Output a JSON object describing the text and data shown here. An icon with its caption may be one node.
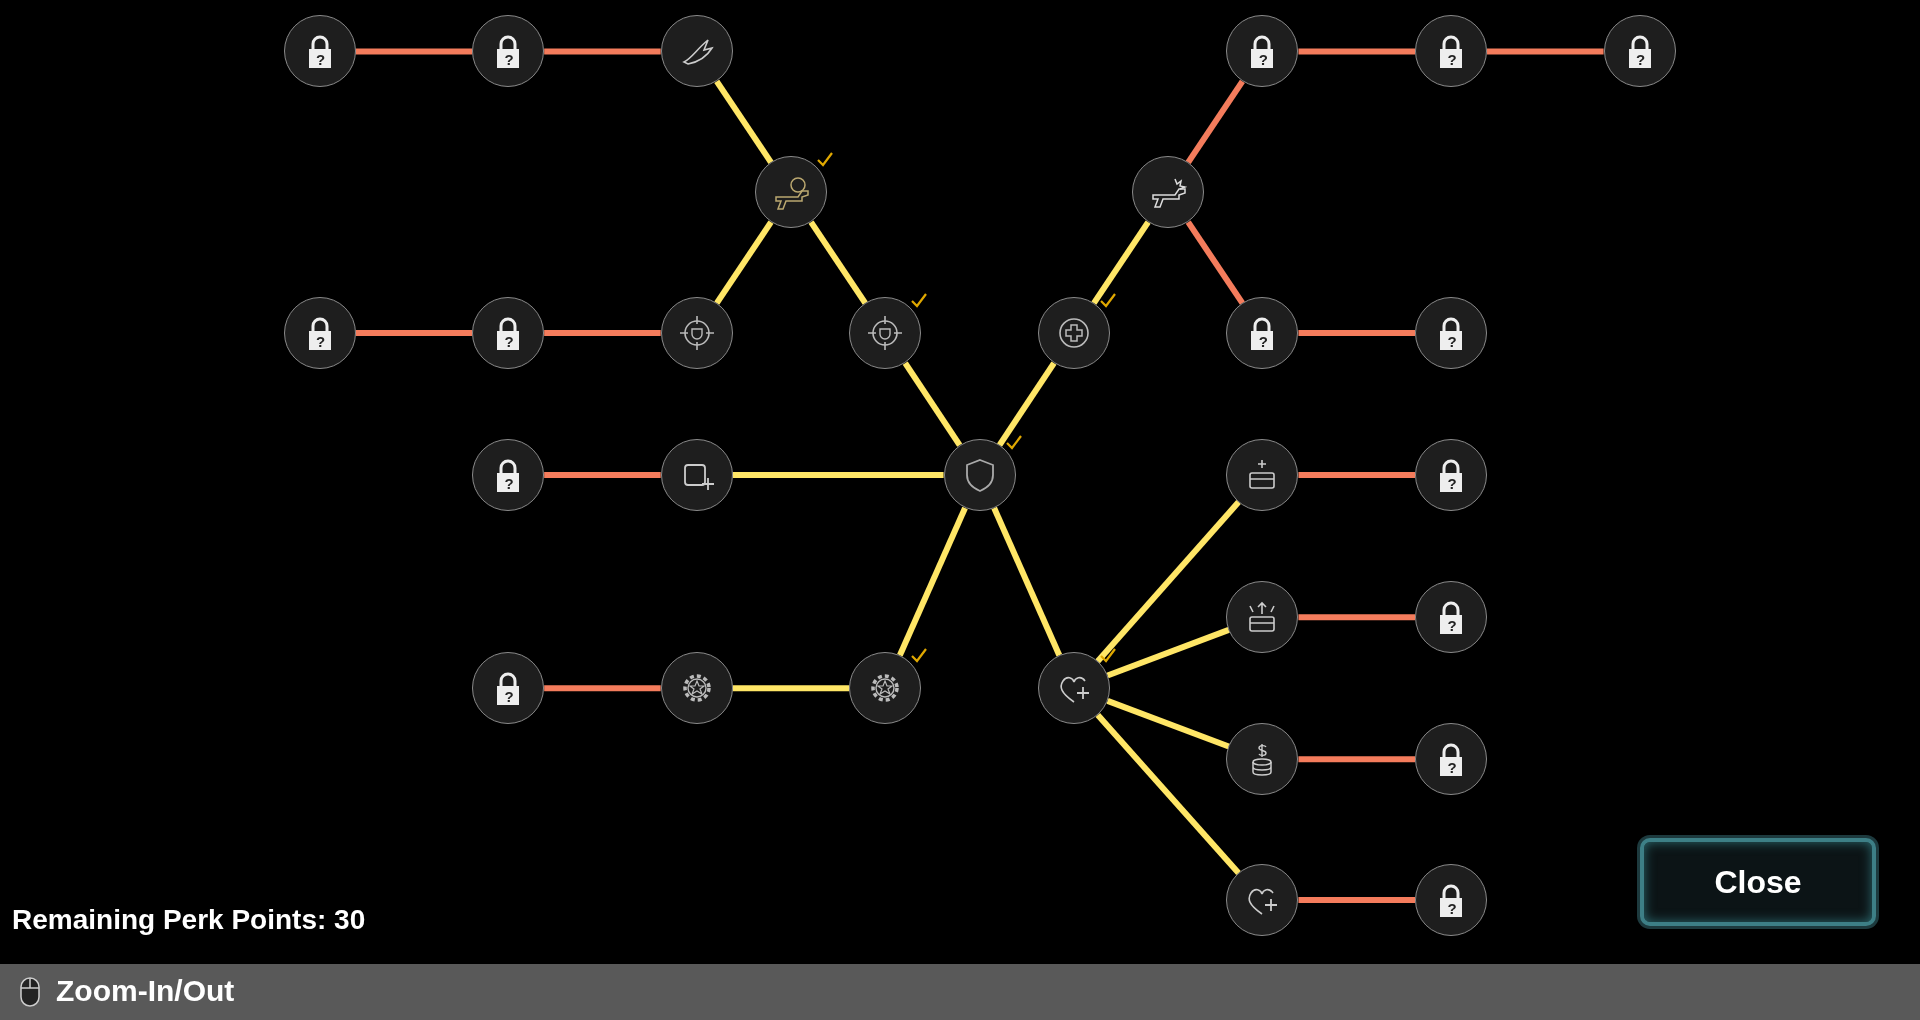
{
  "diagram": {
    "nodes": [
      {
        "text": [
          "?"
        ]
      },
      {
        "text": [
          "?"
        ]
      },
      {
        "text": [],
        "shape": "circle"
      },
      {
        "text": [
          "?"
        ]
      },
      {
        "text": [
          "?"
        ]
      },
      {
        "text": [
          "?"
        ]
      },
      {
        "text": [],
        "shape": "circle"
      },
      {
        "text": [],
        "shape": "circle"
      },
      {
        "text": [
          "?"
        ]
      },
      {
        "text": [
          "?"
        ]
      },
      {
        "text": [],
        "shape": "circle"
      },
      {
        "text": [],
        "shape": "circle"
      },
      {
        "text": [],
        "shape": "circle"
      },
      {
        "text": [
          "?"
        ]
      },
      {
        "text": [
          "?"
        ]
      },
      {
        "text": [
          "?"
        ]
      },
      {
        "text": [],
        "shape": "circle"
      },
      {
        "text": [],
        "shape": "circle"
      },
      {
        "text": [],
        "shape": "circle"
      },
      {
        "text": [
          "?"
        ]
      },
      {
        "text": [],
        "shape": "circle"
      },
      {
        "text": [
          "?"
        ]
      },
      {
        "text": [
          "?"
        ]
      },
      {
        "text": [],
        "shape": "circle"
      },
      {
        "text": [],
        "shape": "circle"
      },
      {
        "text": [],
        "shape": "circle"
      },
      {
        "text": [],
        "shape": "circle"
      },
      {
        "text": [
          "?"
        ]
      },
      {
        "text": [],
        "shape": "circle"
      },
      {
        "text": [
          "?"
        ]
      }
    ],
    "edges": [
      {
        "from": 17,
        "to": 11,
        "arrow": "none",
        "color": "#ffe666"
      },
      {
        "from": 11,
        "to": 6,
        "arrow": "none",
        "color": "#ffe666"
      },
      {
        "from": 6,
        "to": 10,
        "arrow": "none",
        "color": "#ffe666"
      },
      {
        "from": 6,
        "to": 2,
        "arrow": "none",
        "color": "#ffe666"
      },
      {
        "from": 2,
        "to": 1,
        "arrow": "none"
      },
      {
        "from": 1,
        "to": 0,
        "arrow": "none"
      },
      {
        "from": 10,
        "to": 9,
        "arrow": "none"
      },
      {
        "from": 9,
        "to": 8,
        "arrow": "none"
      },
      {
        "from": 17,
        "to": 12,
        "arrow": "none",
        "color": "#ffe666"
      },
      {
        "from": 12,
        "to": 7,
        "arrow": "none",
        "color": "#ffe666"
      },
      {
        "from": 7,
        "to": 3,
        "arrow": "none"
      },
      {
        "from": 3,
        "to": 4,
        "arrow": "none"
      },
      {
        "from": 4,
        "to": 5,
        "arrow": "none"
      },
      {
        "from": 7,
        "to": 13,
        "arrow": "none"
      },
      {
        "from": 13,
        "to": 14,
        "arrow": "none"
      },
      {
        "from": 17,
        "to": 16,
        "arrow": "none",
        "color": "#ffe666"
      },
      {
        "from": 16,
        "to": 15,
        "arrow": "none"
      },
      {
        "from": 17,
        "to": 24,
        "arrow": "none",
        "color": "#ffe666"
      },
      {
        "from": 24,
        "to": 23,
        "arrow": "none",
        "color": "#ffe666"
      },
      {
        "from": 23,
        "to": 22,
        "arrow": "none"
      },
      {
        "from": 17,
        "to": 25,
        "arrow": "none",
        "color": "#ffe666"
      },
      {
        "from": 25,
        "to": 18,
        "arrow": "none",
        "color": "#ffe666"
      },
      {
        "from": 18,
        "to": 19,
        "arrow": "none"
      },
      {
        "from": 25,
        "to": 20,
        "arrow": "none",
        "color": "#ffe666"
      },
      {
        "from": 20,
        "to": 21,
        "arrow": "none"
      },
      {
        "from": 25,
        "to": 26,
        "arrow": "none",
        "color": "#ffe666"
      },
      {
        "from": 26,
        "to": 27,
        "arrow": "none"
      },
      {
        "from": 25,
        "to": 28,
        "arrow": "none",
        "color": "#ffe666"
      },
      {
        "from": 28,
        "to": 29,
        "arrow": "none"
      }
    ],
    "labels": [
      "Close",
      "Remaining Perk Points: 30",
      "Zoom-In/Out"
    ]
  }
}
